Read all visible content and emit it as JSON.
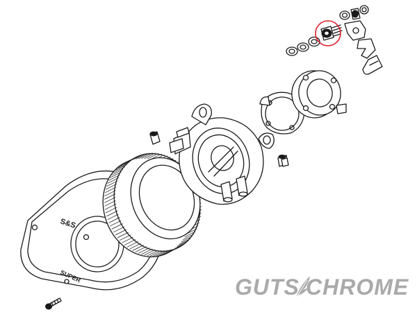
{
  "diagram": {
    "cover_emblem_top": "S&S",
    "cover_emblem_bottom": "SUPER",
    "highlight_color": "#e0202a"
  },
  "watermark": {
    "left_text": "GUTS",
    "right_text": "CHROME",
    "color": "#a9aaa9"
  }
}
